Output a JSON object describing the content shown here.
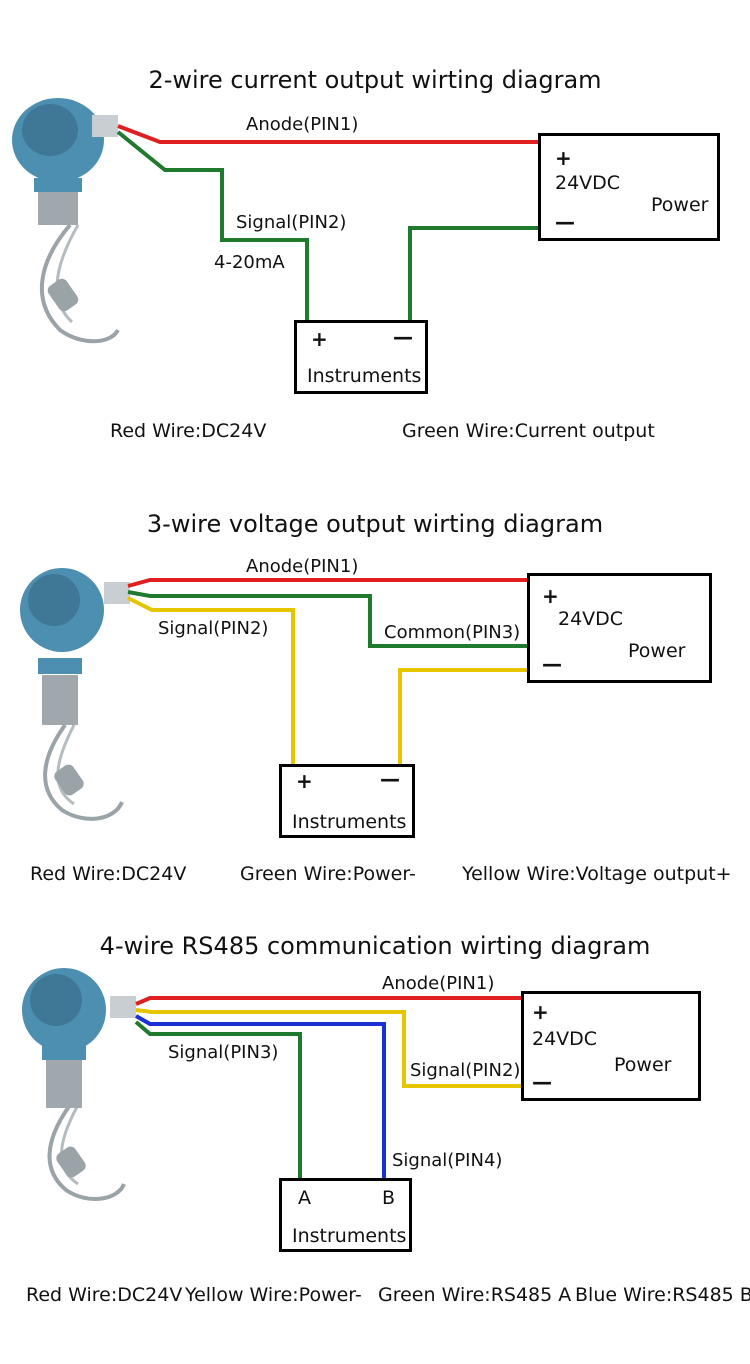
{
  "colors": {
    "red": "#e02020",
    "green": "#1f7a2e",
    "yellow": "#e5c400",
    "blue": "#1a2fd6",
    "sensor_body": "#4d8fb0"
  },
  "diagram1": {
    "title": "2-wire current output wirting diagram",
    "wire_labels": {
      "anode": "Anode(PIN1)",
      "signal": "Signal(PIN2)",
      "range": "4-20mA"
    },
    "power": {
      "plus": "+",
      "voltage": "24VDC",
      "name": "Power",
      "minus": "—"
    },
    "instruments": {
      "plus": "+",
      "minus": "—",
      "name": "Instruments"
    },
    "legend": [
      "Red Wire:DC24V",
      "Green Wire:Current output"
    ]
  },
  "diagram2": {
    "title": "3-wire voltage output wirting diagram",
    "wire_labels": {
      "anode": "Anode(PIN1)",
      "signal": "Signal(PIN2)",
      "common": "Common(PIN3)"
    },
    "power": {
      "plus": "+",
      "voltage": "24VDC",
      "name": "Power",
      "minus": "—"
    },
    "instruments": {
      "plus": "+",
      "minus": "—",
      "name": "Instruments"
    },
    "legend": [
      "Red Wire:DC24V",
      "Green Wire:Power-",
      "Yellow Wire:Voltage output+"
    ]
  },
  "diagram3": {
    "title": "4-wire RS485 communication wirting diagram",
    "wire_labels": {
      "anode": "Anode(PIN1)",
      "signal3": "Signal(PIN3)",
      "signal2": "Signal(PIN2)",
      "signal4": "Signal(PIN4)"
    },
    "power": {
      "plus": "+",
      "voltage": "24VDC",
      "name": "Power",
      "minus": "—"
    },
    "instruments": {
      "a": "A",
      "b": "B",
      "name": "Instruments"
    },
    "legend": [
      "Red Wire:DC24V",
      "Yellow Wire:Power-",
      "Green Wire:RS485 A",
      "Blue Wire:RS485 B"
    ]
  }
}
